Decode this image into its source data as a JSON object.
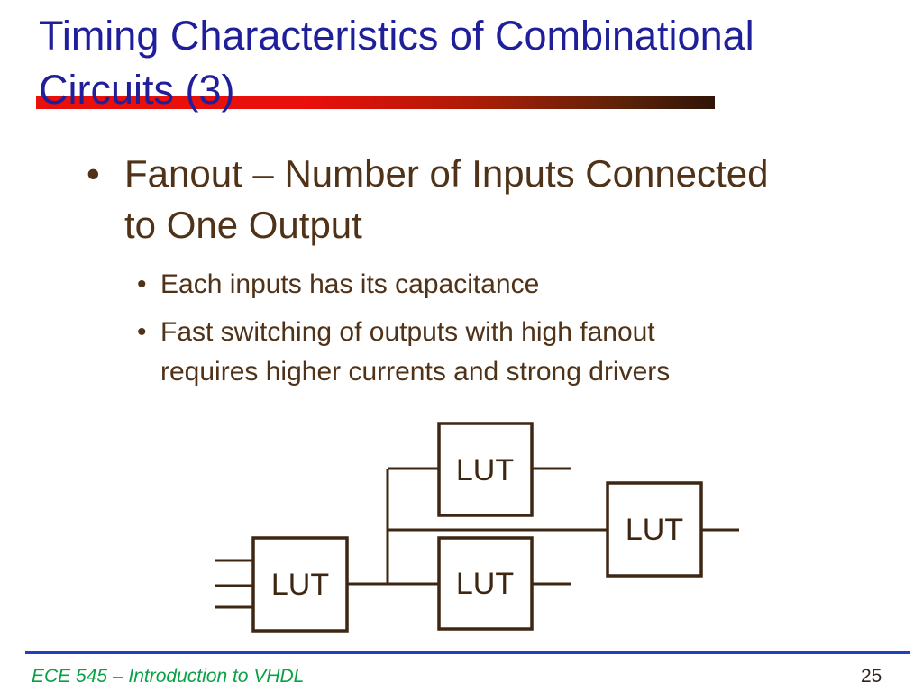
{
  "slide": {
    "title": "Timing Characteristics of Combinational\nCircuits (3)",
    "bullet_char": "•",
    "bullets": [
      {
        "level": 1,
        "text": "Fanout – Number of Inputs Connected\nto One Output"
      },
      {
        "level": 2,
        "text": "Each inputs has its capacitance"
      },
      {
        "level": 2,
        "text": "Fast switching of outputs with high fanout\nrequires higher currents and strong drivers"
      }
    ],
    "diagram": {
      "boxes": [
        "LUT",
        "LUT",
        "LUT",
        "LUT"
      ]
    },
    "footer": {
      "course": "ECE 545 – Introduction to VHDL",
      "page_number": "25"
    },
    "colors": {
      "title": "#1F1F9B",
      "body_text": "#4F3217",
      "rule_red": "#E90F0B",
      "rule_dark_end": "#301408",
      "diagram_stroke": "#3D2712",
      "footer_line": "#2140BF",
      "footer_text": "#09A144",
      "page_number": "#35231A"
    }
  }
}
